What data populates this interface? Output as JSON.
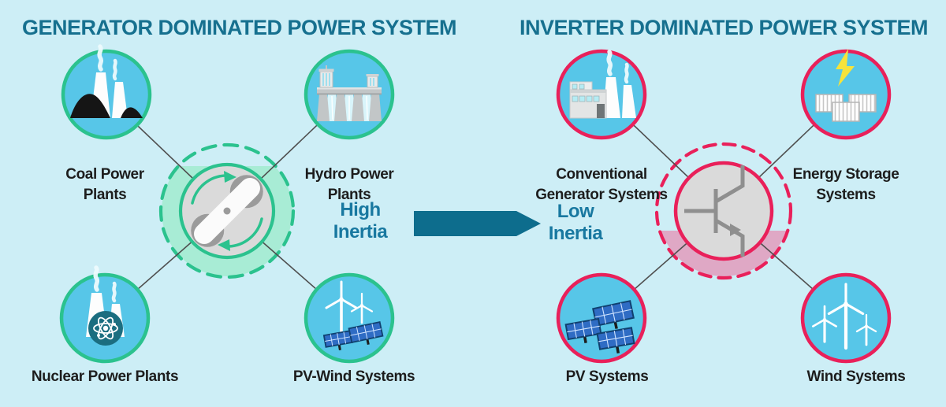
{
  "colors": {
    "background": "#cdeef6",
    "node_fill": "#57c6e8",
    "generator_accent": "#2bc28e",
    "generator_tint": "#a8ecd5",
    "inverter_accent": "#e9205a",
    "inverter_tint": "#dfa8c5",
    "heading_teal": "#16708f",
    "inertia_teal": "#1878a0",
    "label_ink": "#1d1d1d",
    "arrow_teal": "#0d6d8d",
    "hub_gray": "#dadada",
    "symbol_gray": "#8f8f8f",
    "connector_gray": "#4f4f4f"
  },
  "left_panel": {
    "title": "GENERATOR DOMINATED POWER SYSTEM",
    "inertia": {
      "line1": "High",
      "line2": "Inertia"
    },
    "hub_icon": "rotating-mass-icon",
    "nodes": [
      {
        "label": "Coal Power Plants",
        "icon": "coal-power-icon"
      },
      {
        "label": "Hydro Power Plants",
        "icon": "hydro-dam-icon"
      },
      {
        "label": "Nuclear Power Plants",
        "icon": "nuclear-power-icon"
      },
      {
        "label": "PV-Wind Systems",
        "icon": "pv-wind-icon"
      }
    ]
  },
  "right_panel": {
    "title": "INVERTER DOMINATED POWER SYSTEM",
    "inertia": {
      "line1": "Low",
      "line2": "Inertia"
    },
    "hub_icon": "transistor-icon",
    "nodes": [
      {
        "label": "Conventional Generator Systems",
        "icon": "factory-icon"
      },
      {
        "label": "Energy Storage Systems",
        "icon": "battery-storage-icon"
      },
      {
        "label": "PV Systems",
        "icon": "solar-panels-icon"
      },
      {
        "label": "Wind Systems",
        "icon": "wind-turbines-icon"
      }
    ]
  },
  "transition": {
    "icon": "right-arrow-icon"
  }
}
